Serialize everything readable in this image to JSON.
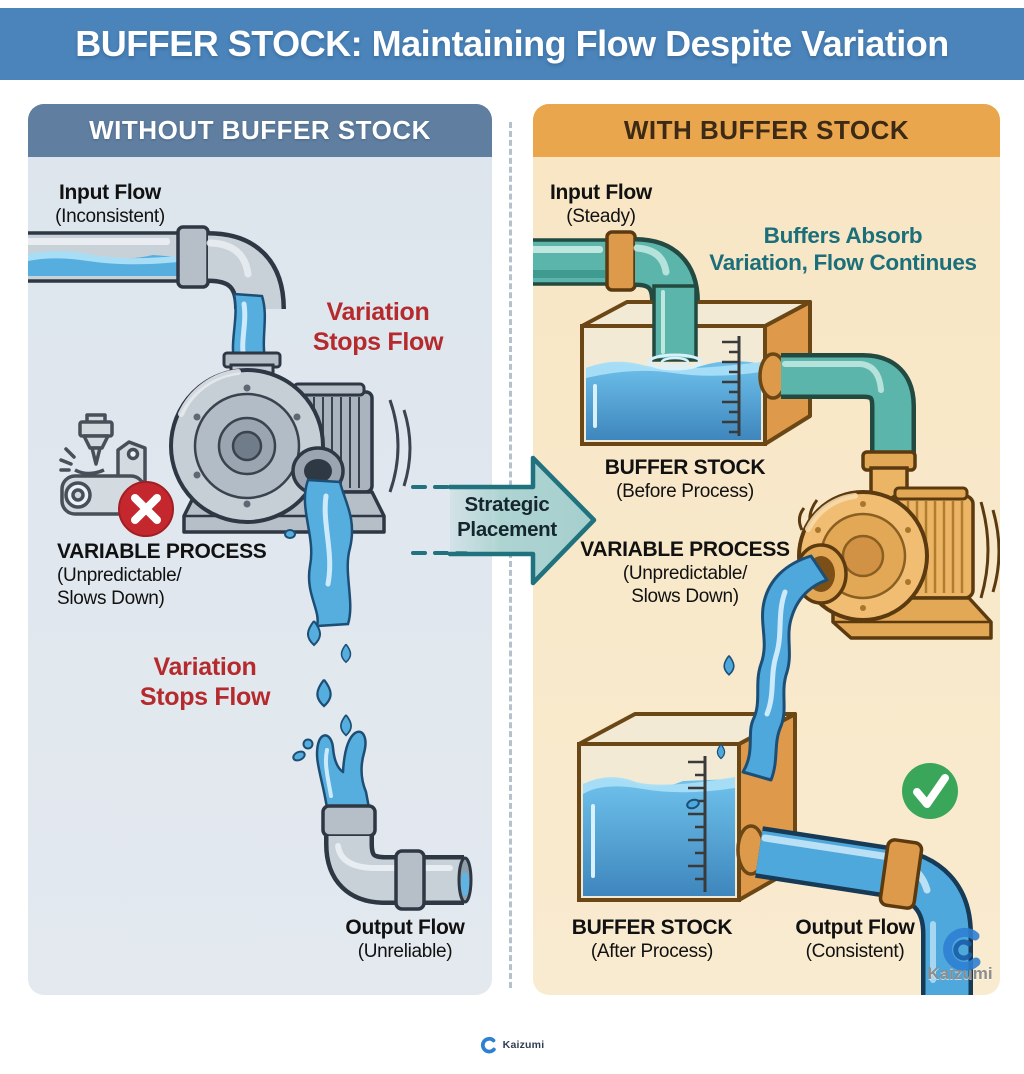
{
  "title": "BUFFER STOCK: Maintaining Flow Despite Variation",
  "left_panel": {
    "header": "WITHOUT BUFFER STOCK",
    "input_flow": {
      "label": "Input Flow",
      "sub": "(Inconsistent)"
    },
    "variation_warning_top": {
      "line1": "Variation",
      "line2": "Stops Flow"
    },
    "variable_process": {
      "label": "VARIABLE PROCESS",
      "sub1": "(Unpredictable/",
      "sub2": "Slows Down)"
    },
    "variation_warning_bottom": {
      "line1": "Variation",
      "line2": "Stops Flow"
    },
    "output_flow": {
      "label": "Output Flow",
      "sub": "(Unreliable)"
    }
  },
  "arrow": {
    "line1": "Strategic",
    "line2": "Placement"
  },
  "right_panel": {
    "header": "WITH BUFFER STOCK",
    "input_flow": {
      "label": "Input Flow",
      "sub": "(Steady)"
    },
    "benefit_note": {
      "line1": "Buffers Absorb",
      "line2": "Variation, Flow Continues"
    },
    "buffer_before": {
      "label": "BUFFER STOCK",
      "sub": "(Before Process)"
    },
    "variable_process": {
      "label": "VARIABLE PROCESS",
      "sub1": "(Unpredictable/",
      "sub2": "Slows Down)"
    },
    "buffer_after": {
      "label": "BUFFER STOCK",
      "sub": "(After Process)"
    },
    "output_flow": {
      "label": "Output Flow",
      "sub": "(Consistent)"
    },
    "watermark": "Kaizumi"
  },
  "footer": {
    "brand": "Kaizumi"
  },
  "colors": {
    "title_bar": "#4a84ba",
    "left_header": "#5f7ea0",
    "left_panel_bg": "#dde5ed",
    "right_header": "#e9a64d",
    "right_panel_bg": "#f8e6c4",
    "warning_red": "#b52a2c",
    "benefit_teal": "#1b6f7b",
    "arrow_fill": "#aed4d2",
    "arrow_border": "#1f727e",
    "water_blue": "#56aede",
    "pipe_gray": "#c9d1d8",
    "pipe_teal": "#5cb5ab",
    "pump_orange": "#ecb566",
    "tank_orange": "#de9a4a",
    "check_green": "#3aa65a",
    "error_red": "#c4282e"
  }
}
